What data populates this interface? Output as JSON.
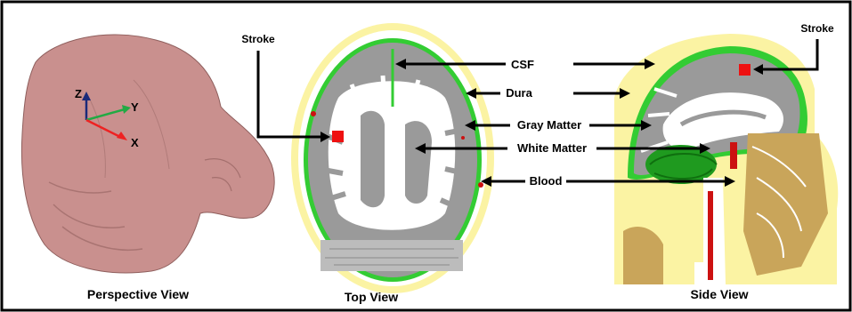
{
  "views": {
    "perspective": "Perspective View",
    "top": "Top View",
    "side": "Side View"
  },
  "axes": {
    "z": "Z",
    "y": "Y",
    "x": "X"
  },
  "labels": {
    "stroke_left": "Stroke",
    "stroke_right": "Stroke",
    "csf": "CSF",
    "dura": "Dura",
    "gray_matter": "Gray Matter",
    "white_matter": "White Matter",
    "blood": "Blood"
  },
  "colors": {
    "skin": "#c9908e",
    "scalp": "#fbf3a3",
    "skull": "#ffffff",
    "csf": "#33cc33",
    "gray_matter": "#9a9a9a",
    "white_matter": "#ffffff",
    "blood": "#cc1111",
    "bone": "#c9a55a",
    "stroke": "#ee1111",
    "axis_z": "#1a2a7a",
    "axis_y": "#22aa44",
    "axis_x": "#ee2222"
  }
}
